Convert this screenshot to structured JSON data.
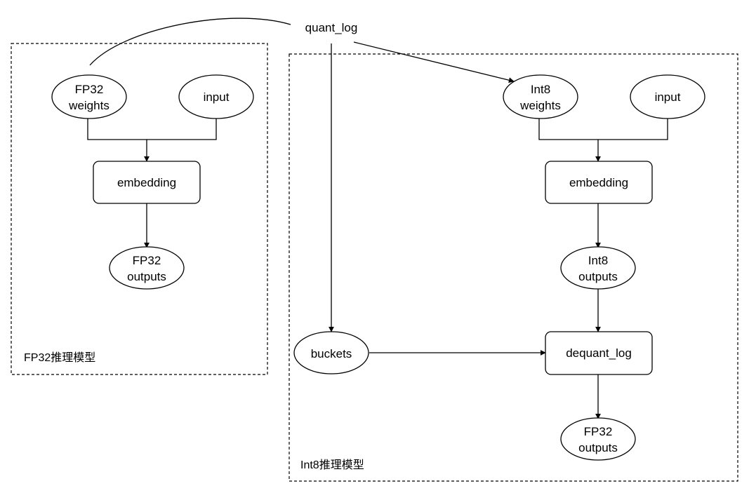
{
  "colors": {
    "stroke": "#000000",
    "background": "#ffffff",
    "text": "#000000"
  },
  "diagram": {
    "source": "quant_log",
    "groups": {
      "fp32": {
        "label": "FP32推理模型"
      },
      "int8": {
        "label": "Int8推理模型"
      }
    },
    "nodes": {
      "fp32_weights": {
        "lines": [
          "FP32",
          "weights"
        ],
        "shape": "ellipse"
      },
      "fp32_input": {
        "lines": [
          "input"
        ],
        "shape": "ellipse"
      },
      "fp32_embedding": {
        "lines": [
          "embedding"
        ],
        "shape": "rounded-rect"
      },
      "fp32_outputs": {
        "lines": [
          "FP32",
          "outputs"
        ],
        "shape": "ellipse"
      },
      "int8_weights": {
        "lines": [
          "Int8",
          "weights"
        ],
        "shape": "ellipse"
      },
      "int8_input": {
        "lines": [
          "input"
        ],
        "shape": "ellipse"
      },
      "int8_embedding": {
        "lines": [
          "embedding"
        ],
        "shape": "rounded-rect"
      },
      "int8_outputs": {
        "lines": [
          "Int8",
          "outputs"
        ],
        "shape": "ellipse"
      },
      "buckets": {
        "lines": [
          "buckets"
        ],
        "shape": "ellipse"
      },
      "dequant_log": {
        "lines": [
          "dequant_log"
        ],
        "shape": "rounded-rect"
      },
      "final_outputs": {
        "lines": [
          "FP32",
          "outputs"
        ],
        "shape": "ellipse"
      }
    }
  }
}
